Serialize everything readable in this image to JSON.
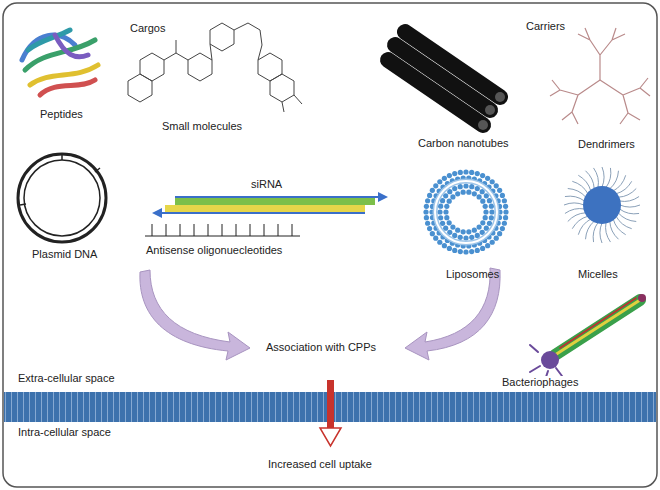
{
  "diagram": {
    "labels": [
      "Cargos",
      "Carriers",
      "Peptides",
      "Small molecules",
      "Carbon nanotubes",
      "Dendrimers",
      "siRNA",
      "Plasmid DNA",
      "Antisense oligonuecleotides",
      "Liposomes",
      "Micelles",
      "Association with CPPs",
      "Bacteriophages",
      "Extra-cellular space",
      "Intra-cellular space",
      "Increased cell uptake"
    ]
  }
}
